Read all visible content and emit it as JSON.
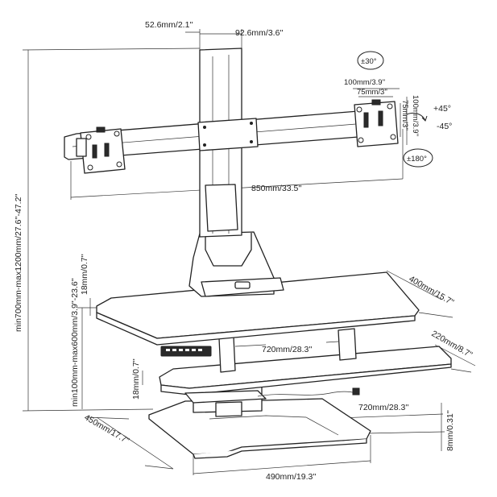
{
  "dimensions": {
    "arm_offset": "52.6mm/2.1''",
    "pole_width": "92.6mm/3.6''",
    "tilt_up": "±30°",
    "vesa_100": "100mm/3.9''",
    "vesa_75": "75mm/3''",
    "vesa_75_v": "75mm/3''",
    "vesa_100_v": "100mm/3.9''",
    "tilt_pos": "+45°",
    "tilt_neg": "-45°",
    "rotate": "±180°",
    "arm_span": "850mm/33.5''",
    "total_height": "min700mm-max1200mm/27.6''-47.2''",
    "desk_height": "min100mm-max600mm/3.9''-23.6''",
    "desk_thickness": "18mm/0.7''",
    "desk_depth": "400mm/15.7''",
    "desk_width": "720mm/28.3''",
    "kb_depth": "220mm/8.7''",
    "kb_thickness": "18mm/0.7''",
    "kb_width": "720mm/28.3''",
    "base_depth": "450mm/17.7''",
    "base_thickness": "8mm/0.31''",
    "base_width": "490mm/19.3''"
  }
}
